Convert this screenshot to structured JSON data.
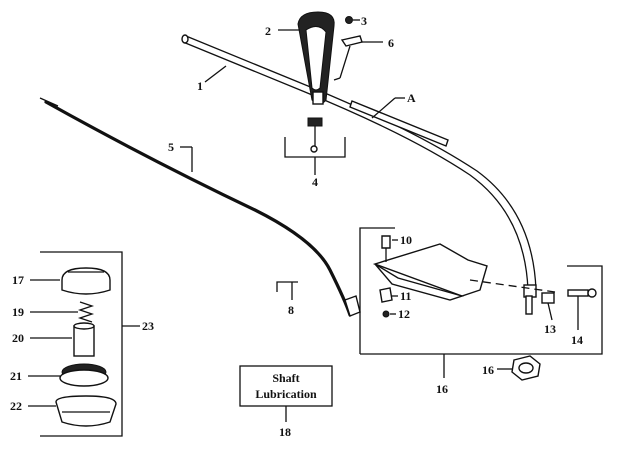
{
  "callouts": {
    "c1": "1",
    "c2": "2",
    "c3": "3",
    "c4": "4",
    "c5": "5",
    "c6": "6",
    "c8": "8",
    "c10": "10",
    "c11": "11",
    "c12": "12",
    "c13": "13",
    "c14": "14",
    "c16": "16",
    "c17": "17",
    "c18": "18",
    "c19": "19",
    "c20": "20",
    "c21": "21",
    "c22": "22",
    "c23": "23",
    "cA": "A"
  },
  "lubrication_box": {
    "line1": "Shaft",
    "line2": "Lubrication"
  }
}
